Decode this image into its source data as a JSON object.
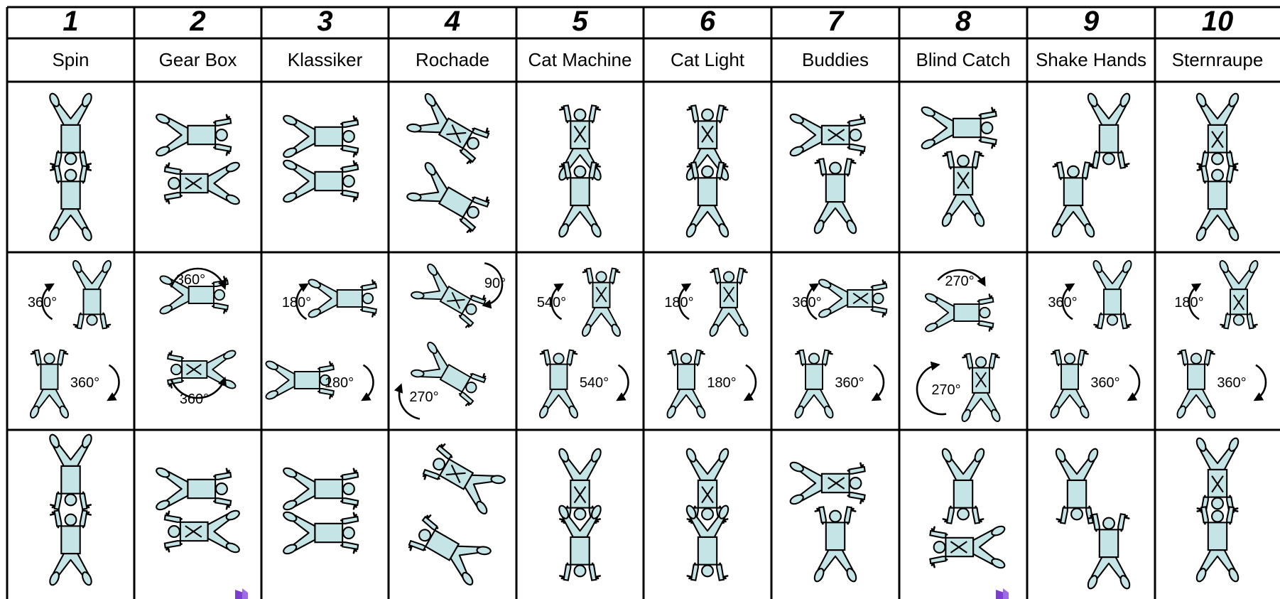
{
  "columns": [
    {
      "number": "1",
      "name": "Spin",
      "angles": [
        "360°",
        "360°"
      ]
    },
    {
      "number": "2",
      "name": "Gear Box",
      "angles": [
        "360°",
        "360°"
      ]
    },
    {
      "number": "3",
      "name": "Klassiker",
      "angles": [
        "180°",
        "180°"
      ]
    },
    {
      "number": "4",
      "name": "Rochade",
      "angles": [
        "90°",
        "270°"
      ]
    },
    {
      "number": "5",
      "name": "Cat Machine",
      "angles": [
        "540°",
        "540°"
      ]
    },
    {
      "number": "6",
      "name": "Cat Light",
      "angles": [
        "180°",
        "180°"
      ]
    },
    {
      "number": "7",
      "name": "Buddies",
      "angles": [
        "360°",
        "360°"
      ]
    },
    {
      "number": "8",
      "name": "Blind Catch",
      "angles": [
        "270°",
        "270°"
      ]
    },
    {
      "number": "9",
      "name": "Shake Hands",
      "angles": [
        "360°",
        "360°"
      ]
    },
    {
      "number": "10",
      "name": "Sternraupe",
      "angles": [
        "180°",
        "360°"
      ]
    }
  ],
  "colors": {
    "figure_fill": "#c4e4e6",
    "line": "#000000",
    "bookmark": "#7b3fd0"
  },
  "icons": {
    "figure": "skydiver-figure-icon",
    "arrow": "rotation-arrow-icon",
    "bookmark": "bookmark-icon"
  }
}
